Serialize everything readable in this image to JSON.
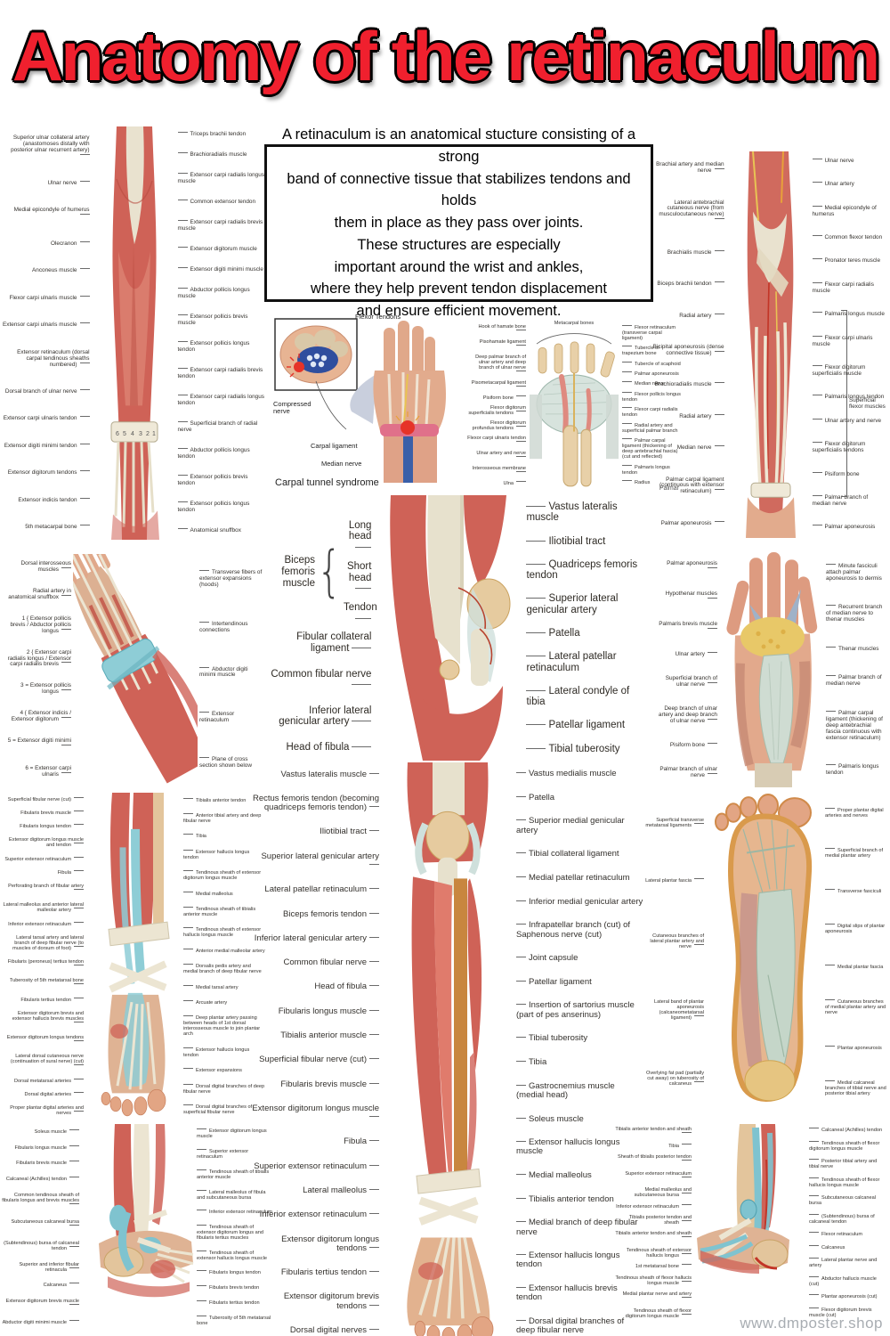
{
  "page": {
    "title": "Anatomy of the retinaculum",
    "intro": "A retinaculum is an anatomical stucture consisting of a strong\nband of connective tissue that stabilizes tendons and holds\nthem in place as they pass over joints.\nThese structures are especially\nimportant around the wrist and ankles,\nwhere they help prevent tendon displacement\nand ensure efficient movement.",
    "website": "www.dmposter.shop",
    "title_color": "#f0202e"
  },
  "figures": {
    "forearm_posterior": {
      "left": [
        "Superior ulnar collateral artery (anastomoses distally with posterior ulnar recurrent artery)",
        "Ulnar nerve",
        "Medial epicondyle of humerus",
        "Olecranon",
        "Anconeus muscle",
        "Flexor carpi ulnaris muscle",
        "Extensor carpi ulnaris muscle",
        "Extensor retinaculum (dorsal carpal tendinous sheaths numbered)",
        "Dorsal branch of ulnar nerve",
        "Extensor carpi ulnaris tendon",
        "Extensor digiti minimi tendon",
        "Extensor digitorum tendons",
        "Extensor indicis tendon",
        "5th metacarpal bone"
      ],
      "right": [
        "Triceps brachii tendon",
        "Brachioradialis muscle",
        "Extensor carpi radialis longus muscle",
        "Common extensor tendon",
        "Extensor carpi radialis brevis muscle",
        "Extensor digitorum muscle",
        "Extensor digiti minimi muscle",
        "Abductor pollicis longus muscle",
        "Extensor pollicis brevis muscle",
        "Extensor pollicis longus tendon",
        "Extensor carpi radialis brevis tendon",
        "Extensor carpi radialis longus tendon",
        "Superficial branch of radial nerve",
        "Abductor pollicis longus tendon",
        "Extensor pollicis brevis tendon",
        "Extensor pollicis longus tendon",
        "Anatomical snuffbox"
      ]
    },
    "carpal_tunnel": {
      "flexor_tendons": "Flexor Tendons",
      "compressed_nerve": "Compressed\nnerve",
      "carpal_ligament": "Carpal ligament",
      "median_nerve": "Median nerve",
      "caption": "Carpal tunnel syndrome"
    },
    "wrist_palmar": {
      "top_label": "Metacarpal bones",
      "caption": "Palmar",
      "left": [
        "Hook of hamate bone",
        "Pisohamate ligament",
        "Deep palmar branch of ulnar artery and deep branch of ulnar nerve",
        "Pisometacarpal ligament",
        "Pisiform bone",
        "Flexor digitorum superficialis tendons",
        "Flexor digitorum profundus tendons",
        "Flexor carpi ulnaris tendon",
        "Ulnar artery and nerve",
        "Interosseous membrane",
        "Ulna"
      ],
      "right": [
        "Flexor retinaculum (transverse carpal ligament)",
        "Tubercle of trapezium bone",
        "Tubercle of scaphoid",
        "Palmar aponeurosis",
        "Median nerve",
        "Flexor pollicis longus tendon",
        "Flexor carpi radialis tendon",
        "Radial artery and superficial palmar branch",
        "Palmar carpal ligament (thickening of deep antebrachial fascia) (cut and reflected)",
        "Palmaris longus tendon",
        "Radius"
      ]
    },
    "forearm_anterior": {
      "side_note": "Superficial flexor muscles",
      "left": [
        "Brachial artery and median nerve",
        "Lateral antebrachial cutaneous nerve (from musculocutaneous nerve)",
        "Brachialis muscle",
        "Biceps brachii tendon",
        "Radial artery",
        "Bicipital aponeurosis (dense connective tissue)",
        "Brachioradialis muscle",
        "Radial artery",
        "Median nerve",
        "Palmar carpal ligament (continuous with extensor retinaculum)",
        "Palmar aponeurosis"
      ],
      "right": [
        "Ulnar nerve",
        "Ulnar artery",
        "Medial epicondyle of humerus",
        "Common flexor tendon",
        "Pronator teres muscle",
        "Flexor carpi radialis muscle",
        "Palmaris longus muscle",
        "Flexor carpi ulnaris muscle",
        "Flexor digitorum superficialis muscle",
        "Palmaris longus tendon",
        "Ulnar artery and nerve",
        "Flexor digitorum superficialis tendons",
        "Pisiform bone",
        "Palmar branch of median nerve",
        "Palmar aponeurosis"
      ]
    },
    "hand_dorsal": {
      "left": [
        "Dorsal interosseous muscles",
        "Radial artery in anatomical snuffbox",
        "1 { Extensor pollicis brevis / Abductor pollicis longus",
        "2 { Extensor carpi radialis longus / Extensor carpi radialis brevis",
        "3 = Extensor pollicis longus",
        "4 { Extensor indicis / Extensor digitorum",
        "5 = Extensor digiti minimi",
        "6 = Extensor carpi ulnaris"
      ],
      "right": [
        "Transverse fibers of extensor expansions (hoods)",
        "Intertendinous connections",
        "Abductor digiti minimi muscle",
        "Extensor retinaculum",
        "Plane of cross section shown below"
      ]
    },
    "knee": {
      "group": "Biceps femoris muscle",
      "group_items": [
        "Long head",
        "Short head",
        "Tendon"
      ],
      "left": [
        "Fibular collateral ligament",
        "Common fibular nerve",
        "Inferior lateral genicular artery",
        "Head of fibula"
      ],
      "right": [
        "Vastus lateralis muscle",
        "Iliotibial tract",
        "Quadriceps femoris tendon",
        "Superior lateral genicular artery",
        "Patella",
        "Lateral patellar retinaculum",
        "Lateral condyle of tibia",
        "Patellar ligament",
        "Tibial tuberosity"
      ]
    },
    "palm": {
      "left": [
        "Palmar aponeurosis",
        "Hypothenar muscles",
        "Palmaris brevis muscle",
        "Ulnar artery",
        "Superficial branch of ulnar nerve",
        "Deep branch of ulnar artery and deep branch of ulnar nerve",
        "Pisiform bone",
        "Palmar branch of ulnar nerve"
      ],
      "right": [
        "Minute fasciculi attach palmar aponeurosis to dermis",
        "Recurrent branch of median nerve to thenar muscles",
        "Thenar muscles",
        "Palmar branch of median nerve",
        "Palmar carpal ligament (thickening of deep antebrachial fascia continuous with extensor retinaculum)",
        "Palmaris longus tendon"
      ]
    },
    "leg_anterior": {
      "left": [
        "Vastus lateralis muscle",
        "Rectus femoris tendon (becoming quadriceps femoris tendon)",
        "Iliotibial tract",
        "Superior lateral genicular artery",
        "Lateral patellar retinaculum",
        "Biceps femoris tendon",
        "Inferior lateral genicular artery",
        "Common fibular nerve",
        "Head of fibula",
        "Fibularis longus muscle",
        "Tibialis anterior muscle",
        "Superficial fibular nerve (cut)",
        "Fibularis brevis muscle",
        "Extensor digitorum longus muscle",
        "Fibula",
        "Superior extensor retinaculum",
        "Lateral malleolus",
        "Inferior extensor retinaculum",
        "Extensor digitorum longus tendons",
        "Fibularis tertius tendon",
        "Extensor digitorum brevis tendons",
        "Dorsal digital nerves"
      ],
      "right": [
        "Vastus medialis muscle",
        "Patella",
        "Superior medial genicular artery",
        "Tibial collateral ligament",
        "Medial patellar retinaculum",
        "Inferior medial genicular artery",
        "Infrapatellar branch (cut) of Saphenous nerve (cut)",
        "Joint capsule",
        "Patellar ligament",
        "Insertion of sartorius muscle (part of pes anserinus)",
        "Tibial tuberosity",
        "Tibia",
        "Gastrocnemius muscle (medial head)",
        "Soleus muscle",
        "Extensor hallucis longus muscle",
        "Medial malleolus",
        "Tibialis anterior tendon",
        "Medial branch of deep fibular nerve",
        "Extensor hallucis longus tendon",
        "Extensor hallucis brevis tendon",
        "Dorsal digital branches of deep fibular nerve"
      ]
    },
    "ankle_anterior": {
      "left": [
        "Superficial fibular nerve (cut)",
        "Fibularis brevis muscle",
        "Fibularis longus tendon",
        "Extensor digitorum longus muscle and tendon",
        "Superior extensor retinaculum",
        "Fibula",
        "Perforating branch of fibular artery",
        "Lateral malleolus and anterior lateral malleolar artery",
        "Inferior extensor retinaculum",
        "Lateral tarsal artery and lateral branch of deep fibular nerve (to muscles of dorsum of foot)",
        "Fibularis (peroneus) tertius tendon",
        "Tuberosity of 5th metatarsal bone",
        "Fibularis tertius tendon",
        "Extensor digitorum brevis and extensor hallucis brevis muscles",
        "Extensor digitorum longus tendons",
        "Lateral dorsal cutaneous nerve (continuation of sural nerve) (cut)",
        "Dorsal metatarsal arteries",
        "Dorsal digital arteries",
        "Proper plantar digital arteries and nerves"
      ],
      "right": [
        "Tibialis anterior tendon",
        "Anterior tibial artery and deep fibular nerve",
        "Tibia",
        "Extensor hallucis longus tendon",
        "Tendinous sheath of extensor digitorum longus muscle",
        "Medial malleolus",
        "Tendinous sheath of tibialis anterior muscle",
        "Tendinous sheath of extensor hallucis longus muscle",
        "Anterior medial malleolar artery",
        "Dorsalis pedis artery and medial branch of deep fibular nerve",
        "Medial tarsal artery",
        "Arcuate artery",
        "Deep plantar artery passing between heads of 1st dorsal interosseous muscle to join plantar arch",
        "Extensor hallucis longus tendon",
        "Extensor expansions",
        "Dorsal digital branches of deep fibular nerve",
        "Dorsal digital branches of superficial fibular nerve"
      ]
    },
    "foot_plantar": {
      "left": [
        "Superficial transverse metatarsal ligaments",
        "Lateral plantar fascia",
        "Cutaneous branches of lateral plantar artery and nerve",
        "Lateral band of plantar aponeurosis (calcaneometatarsal ligament)",
        "Overlying fat pad (partially cut away) on tuberosity of calcaneus"
      ],
      "right": [
        "Proper plantar digital arteries and nerves",
        "Superficial branch of medial plantar artery",
        "Transverse fasciculi",
        "Digital slips of plantar aponeurosis",
        "Medial plantar fascia",
        "Cutaneous branches of medial plantar artery and nerve",
        "Plantar aponeurosis",
        "Medial calcaneal branches of tibial nerve and posterior tibial artery"
      ]
    },
    "ankle_lateral": {
      "left": [
        "Soleus muscle",
        "Fibularis longus muscle",
        "Fibularis brevis muscle",
        "Calcaneal (Achilles) tendon",
        "Common tendinous sheath of fibularis longus and brevis muscles",
        "Subcutaneous calcaneal bursa",
        "(Subtendinous) bursa of calcaneal tendon",
        "Superior and inferior fibular retinacula",
        "Calcaneus",
        "Extensor digitorum brevis muscle",
        "Abductor digiti minimi muscle"
      ],
      "right": [
        "Extensor digitorum longus muscle",
        "Superior extensor retinaculum",
        "Tendinous sheath of tibialis anterior muscle",
        "Lateral malleolus of fibula and subcutaneous bursa",
        "Inferior extensor retinaculum",
        "Tendinous sheath of extensor digitorum longus and fibularis tertius muscles",
        "Tendinous sheath of extensor hallucis longus muscle",
        "Fibularis longus tendon",
        "Fibularis brevis tendon",
        "Fibularis tertius tendon",
        "Tuberosity of 5th metatarsal bone"
      ]
    },
    "ankle_medial": {
      "left": [
        "Tibialis anterior tendon and sheath",
        "Tibia",
        "Sheath of tibialis posterior tendon",
        "Superior extensor retinaculum",
        "Medial malleolus and subcutaneous bursa",
        "Inferior extensor retinaculum",
        "Tibialis posterior tendon and sheath",
        "Tibialis anterior tendon and sheath",
        "Tendinous sheath of extensor hallucis longus",
        "1st metatarsal bone",
        "Tendinous sheath of flexor hallucis longus muscle",
        "Medial plantar nerve and artery",
        "Tendinous sheath of flexor digitorum longus muscle"
      ],
      "right": [
        "Calcaneal (Achilles) tendon",
        "Tendinous sheath of flexor digitorum longus muscle",
        "Posterior tibial artery and tibial nerve",
        "Tendinous sheath of flexor hallucis longus muscle",
        "Subcutaneous calcaneal bursa",
        "(Subtendinous) bursa of calcaneal tendon",
        "Flexor retinaculum",
        "Calcaneus",
        "Lateral plantar nerve and artery",
        "Abductor hallucis muscle (cut)",
        "Plantar aponeurosis (cut)",
        "Flexor digitorum brevis muscle (cut)"
      ]
    }
  }
}
